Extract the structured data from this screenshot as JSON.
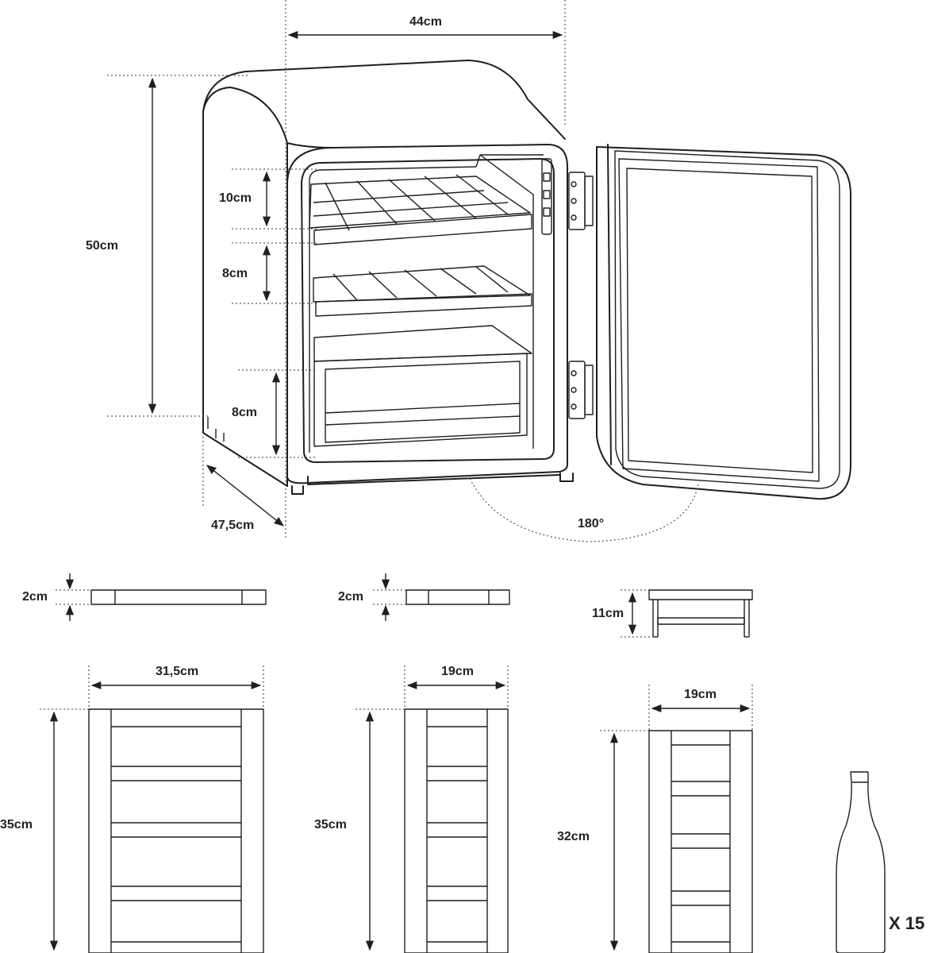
{
  "dimensions": {
    "width": "44cm",
    "height": "50cm",
    "depth": "47,5cm",
    "door_angle": "180°",
    "shelf_gap_1": "10cm",
    "shelf_gap_2": "8cm",
    "shelf_gap_3": "8cm"
  },
  "shelves": {
    "large_thickness": "2cm",
    "large_width": "31,5cm",
    "large_length": "35cm",
    "small_thickness": "2cm",
    "small_width": "19cm",
    "small_length": "35cm",
    "rack_height": "11cm",
    "rack_width": "19cm",
    "rack_length": "32cm"
  },
  "capacity": {
    "label": "X 15",
    "icon": "wine-bottle-icon"
  }
}
